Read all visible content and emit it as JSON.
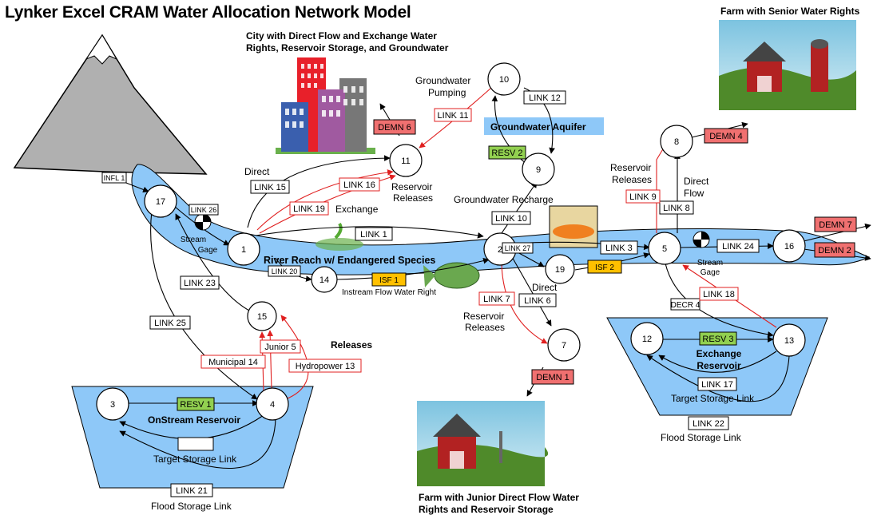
{
  "title": "Lynker Excel CRAM Water Allocation Network Model",
  "captions": {
    "city": [
      "City with Direct Flow and Exchange Water",
      "Rights, Reservoir Storage, and Groundwater"
    ],
    "farm_senior": "Farm with Senior Water Rights",
    "farm_junior": [
      "Farm with Junior Direct Flow Water",
      "Rights and Reservoir Storage"
    ]
  },
  "nodes": [
    "1",
    "2",
    "3",
    "4",
    "5",
    "7",
    "8",
    "9",
    "10",
    "11",
    "12",
    "13",
    "14",
    "15",
    "16",
    "17",
    "19"
  ],
  "link_labels": {
    "infl1": "INFL 1",
    "l1": "LINK 1",
    "l3": "LINK 3",
    "l5": "Junior 5",
    "l6": "LINK 6",
    "l7": "LINK 7",
    "l8": "LINK 8",
    "l9": "LINK 9",
    "l10": "LINK 10",
    "l11": "LINK 11",
    "l12": "LINK 12",
    "l13": "Hydropower 13",
    "l14": "Municipal 14",
    "l15": "LINK 15",
    "l16": "LINK 16",
    "l17": "LINK 17",
    "l18": "LINK 18",
    "l19": "LINK 19",
    "l20": "LINK 20",
    "l21": "LINK 21",
    "l22": "LINK 22",
    "l23": "LINK 23",
    "l24": "LINK 24",
    "l25": "LINK 25",
    "l26": "LINK 26",
    "l27": "LINK 27",
    "decr4": "DECR 4"
  },
  "demands": {
    "d1": "DEMN 1",
    "d2": "DEMN 2",
    "d4": "DEMN 4",
    "d6": "DEMN 6",
    "d7": "DEMN 7"
  },
  "reservoirs": {
    "r1": "RESV 1",
    "r2": "RESV 2",
    "r3": "RESV 3"
  },
  "isf": {
    "i1": "ISF 1",
    "i2": "ISF 2"
  },
  "labels": {
    "river": "River Reach w/ Endangered Species",
    "aquifer": "Groundwater Aquifer",
    "onstream": "OnStream Reservoir",
    "exchange_res": [
      "Exchange",
      "Reservoir"
    ],
    "target1": "Target Storage Link",
    "target2": "Target Storage Link",
    "flood1": "Flood Storage Link",
    "flood2": "Flood Storage Link",
    "gw_pumping": [
      "Groundwater",
      "Pumping"
    ],
    "gw_recharge": "Groundwater Recharge",
    "res_rel_11": [
      "Reservoir",
      "Releases"
    ],
    "res_rel_2": [
      "Reservoir",
      "Releases"
    ],
    "res_rel_5": [
      "Reservoir",
      "Releases"
    ],
    "direct_1": "Direct",
    "direct_2": "Direct",
    "direct_flow": [
      "Direct",
      "Flow"
    ],
    "exchange": "Exchange",
    "releases": "Releases",
    "isf_right": "Instream Flow Water Right",
    "gage1": [
      "Stream",
      "Gage"
    ],
    "gage2": [
      "Stream",
      "Gage"
    ]
  },
  "colors": {
    "water": "#8ec8f8",
    "water_stroke": "#000000",
    "demand": "#f07070",
    "reservoir": "#92d050",
    "isf": "#ffc000",
    "red_link": "#e02020",
    "mountain": "#b0b0b0"
  }
}
